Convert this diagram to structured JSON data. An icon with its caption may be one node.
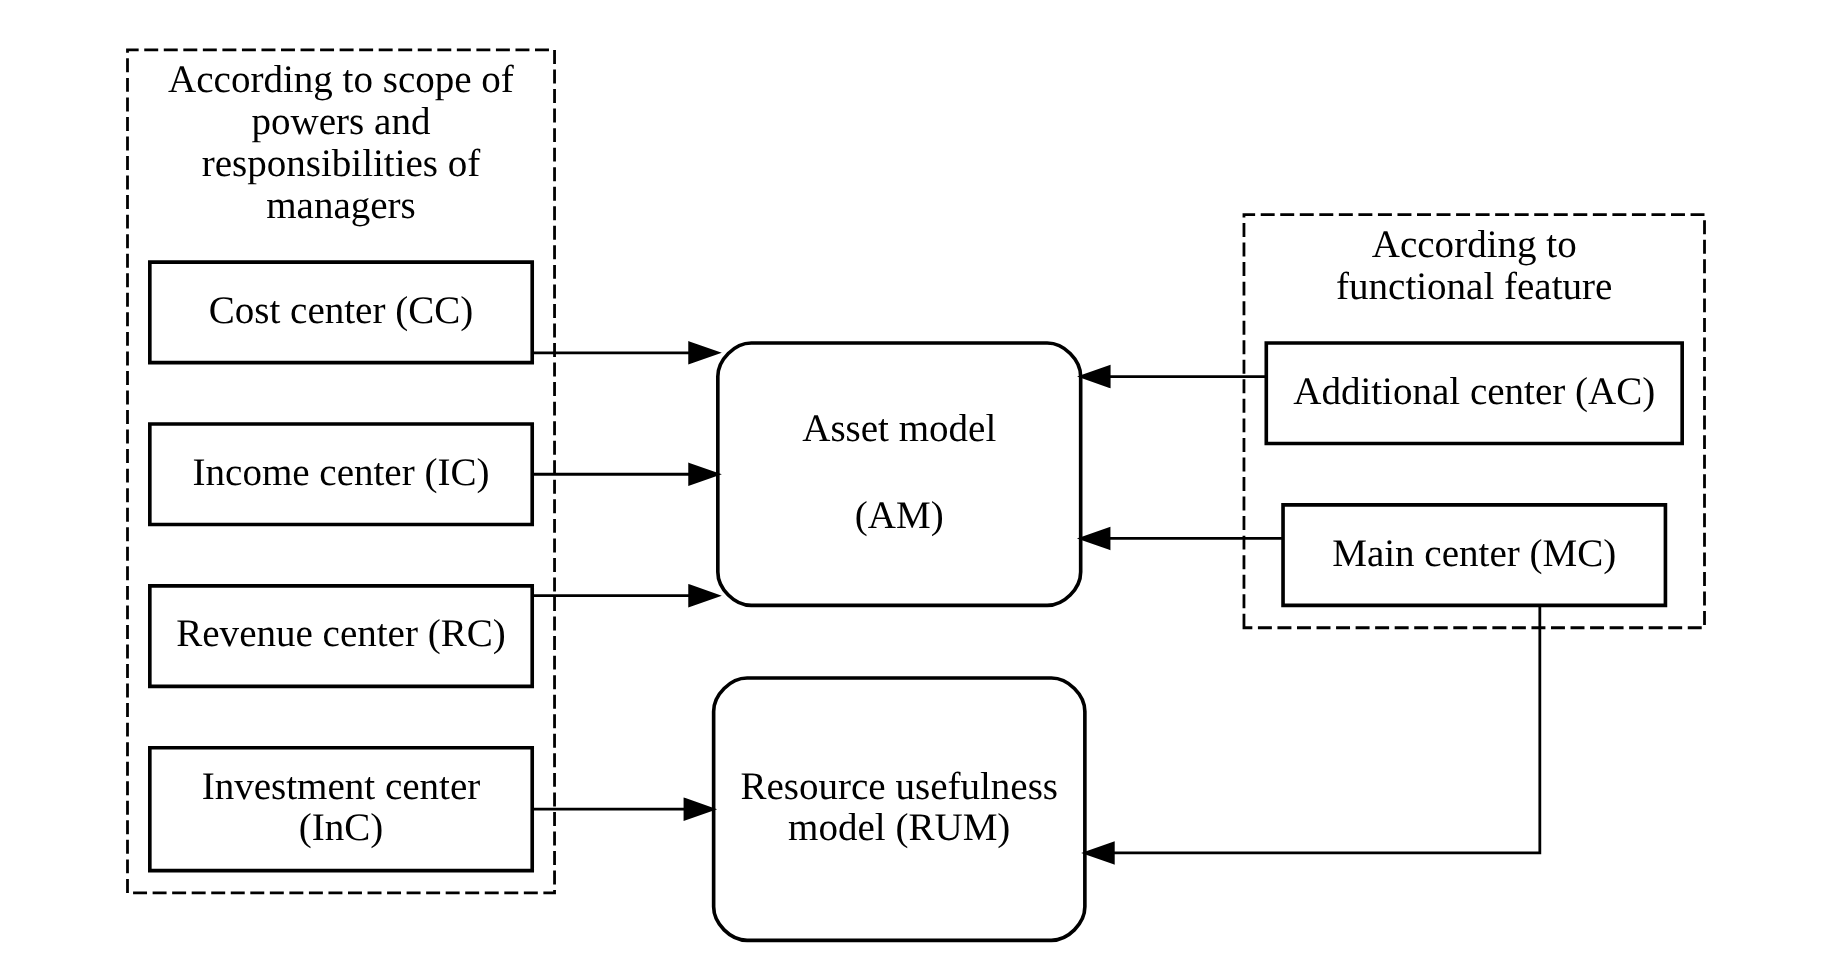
{
  "diagram": {
    "nodes": [
      {
        "text": [
          "According to scope of powers and responsibilities of managers"
        ]
      },
      {
        "text": [
          "Cost center (CC)"
        ],
        "in": 0
      },
      {
        "text": [
          "Income center (IC)"
        ],
        "in": 0
      },
      {
        "text": [
          "Revenue center (RC)"
        ],
        "in": 0
      },
      {
        "text": [
          "Investment center (InC)"
        ],
        "in": 0
      },
      {
        "text": [
          "Asset model",
          "(AM)"
        ]
      },
      {
        "text": [
          "Resource usefulness model (RUM)"
        ]
      },
      {
        "text": [
          "According to functional feature"
        ]
      },
      {
        "text": [
          "Additional center (AC)"
        ],
        "in": 7
      },
      {
        "text": [
          "Main center (MC)"
        ],
        "in": 7
      }
    ],
    "edges": [
      {
        "from": 1,
        "to": 5,
        "arrow": "to"
      },
      {
        "from": 2,
        "to": 5,
        "arrow": "to"
      },
      {
        "from": 3,
        "to": 5,
        "arrow": "to"
      },
      {
        "from": 4,
        "to": 6,
        "arrow": "to"
      },
      {
        "from": 8,
        "to": 5,
        "arrow": "to"
      },
      {
        "from": 9,
        "to": 5,
        "arrow": "to"
      },
      {
        "from": 9,
        "to": 6,
        "arrow": "to"
      }
    ]
  }
}
